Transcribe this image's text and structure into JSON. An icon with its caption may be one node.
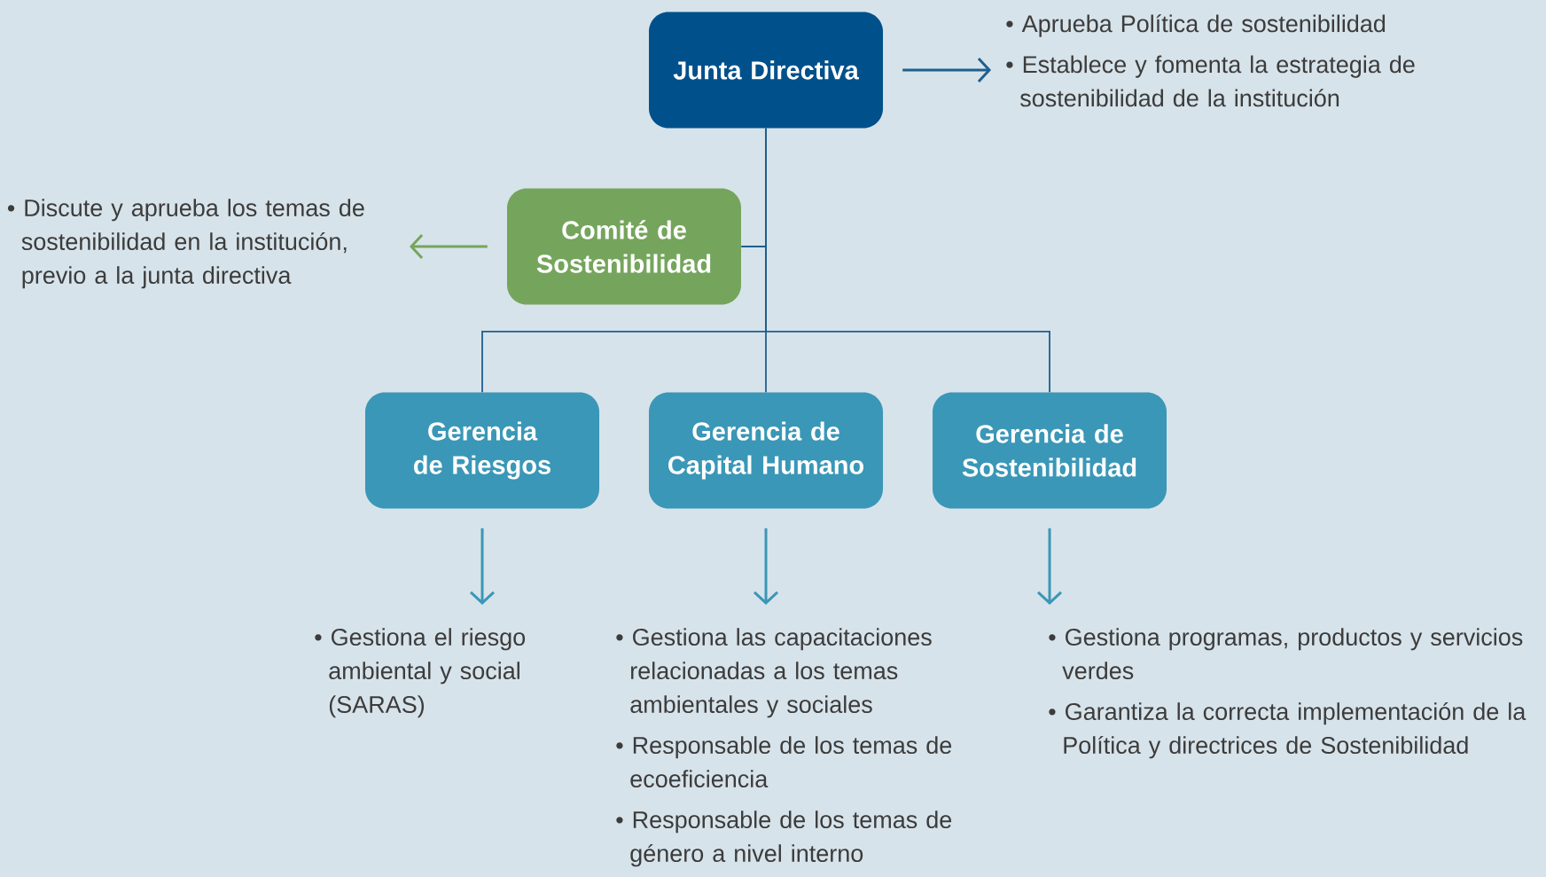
{
  "diagram": {
    "nodes": [
      {
        "text": [
          "Junta Directiva"
        ]
      },
      {
        "text": [
          "Comité de Sostenibilidad"
        ]
      },
      {
        "text": [
          "Gerencia de Riesgos"
        ]
      },
      {
        "text": [
          "Gerencia de Capital Humano"
        ]
      },
      {
        "text": [
          "Gerencia de Sostenibilidad"
        ]
      },
      {
        "text": [
          "• Aprueba Política de sostenibilidad",
          "• Establece y fomenta la estrategia de sostenibilidad de la institución"
        ]
      },
      {
        "text": [
          "• Discute y aprueba los temas de sostenibilidad en la institución, previo a la junta directiva"
        ]
      },
      {
        "text": [
          "• Gestiona el riesgo ambiental y social (SARAS)"
        ]
      },
      {
        "text": [
          "• Gestiona las capacitaciones relacionadas a los temas ambientales y sociales",
          "• Responsable de los temas de ecoeficiencia",
          "• Responsable de los temas de género a nivel interno"
        ]
      },
      {
        "text": [
          "• Gestiona programas, productos y servicios verdes",
          "• Garantiza la correcta implementación de la Política y directrices de Sostenibilidad"
        ]
      }
    ],
    "edges": [
      {
        "from": 0,
        "to": 1,
        "arrow": "none"
      },
      {
        "from": 0,
        "to": 2,
        "arrow": "none"
      },
      {
        "from": 0,
        "to": 3,
        "arrow": "none"
      },
      {
        "from": 0,
        "to": 4,
        "arrow": "none"
      },
      {
        "from": 0,
        "to": 5,
        "arrow": "to"
      },
      {
        "from": 1,
        "to": 6,
        "arrow": "to",
        "color": "#75a55c"
      },
      {
        "from": 2,
        "to": 7,
        "arrow": "to",
        "color": "#3a97b7"
      },
      {
        "from": 3,
        "to": 8,
        "arrow": "to",
        "color": "#3a97b7"
      },
      {
        "from": 4,
        "to": 9,
        "arrow": "to",
        "color": "#3a97b7"
      }
    ]
  }
}
